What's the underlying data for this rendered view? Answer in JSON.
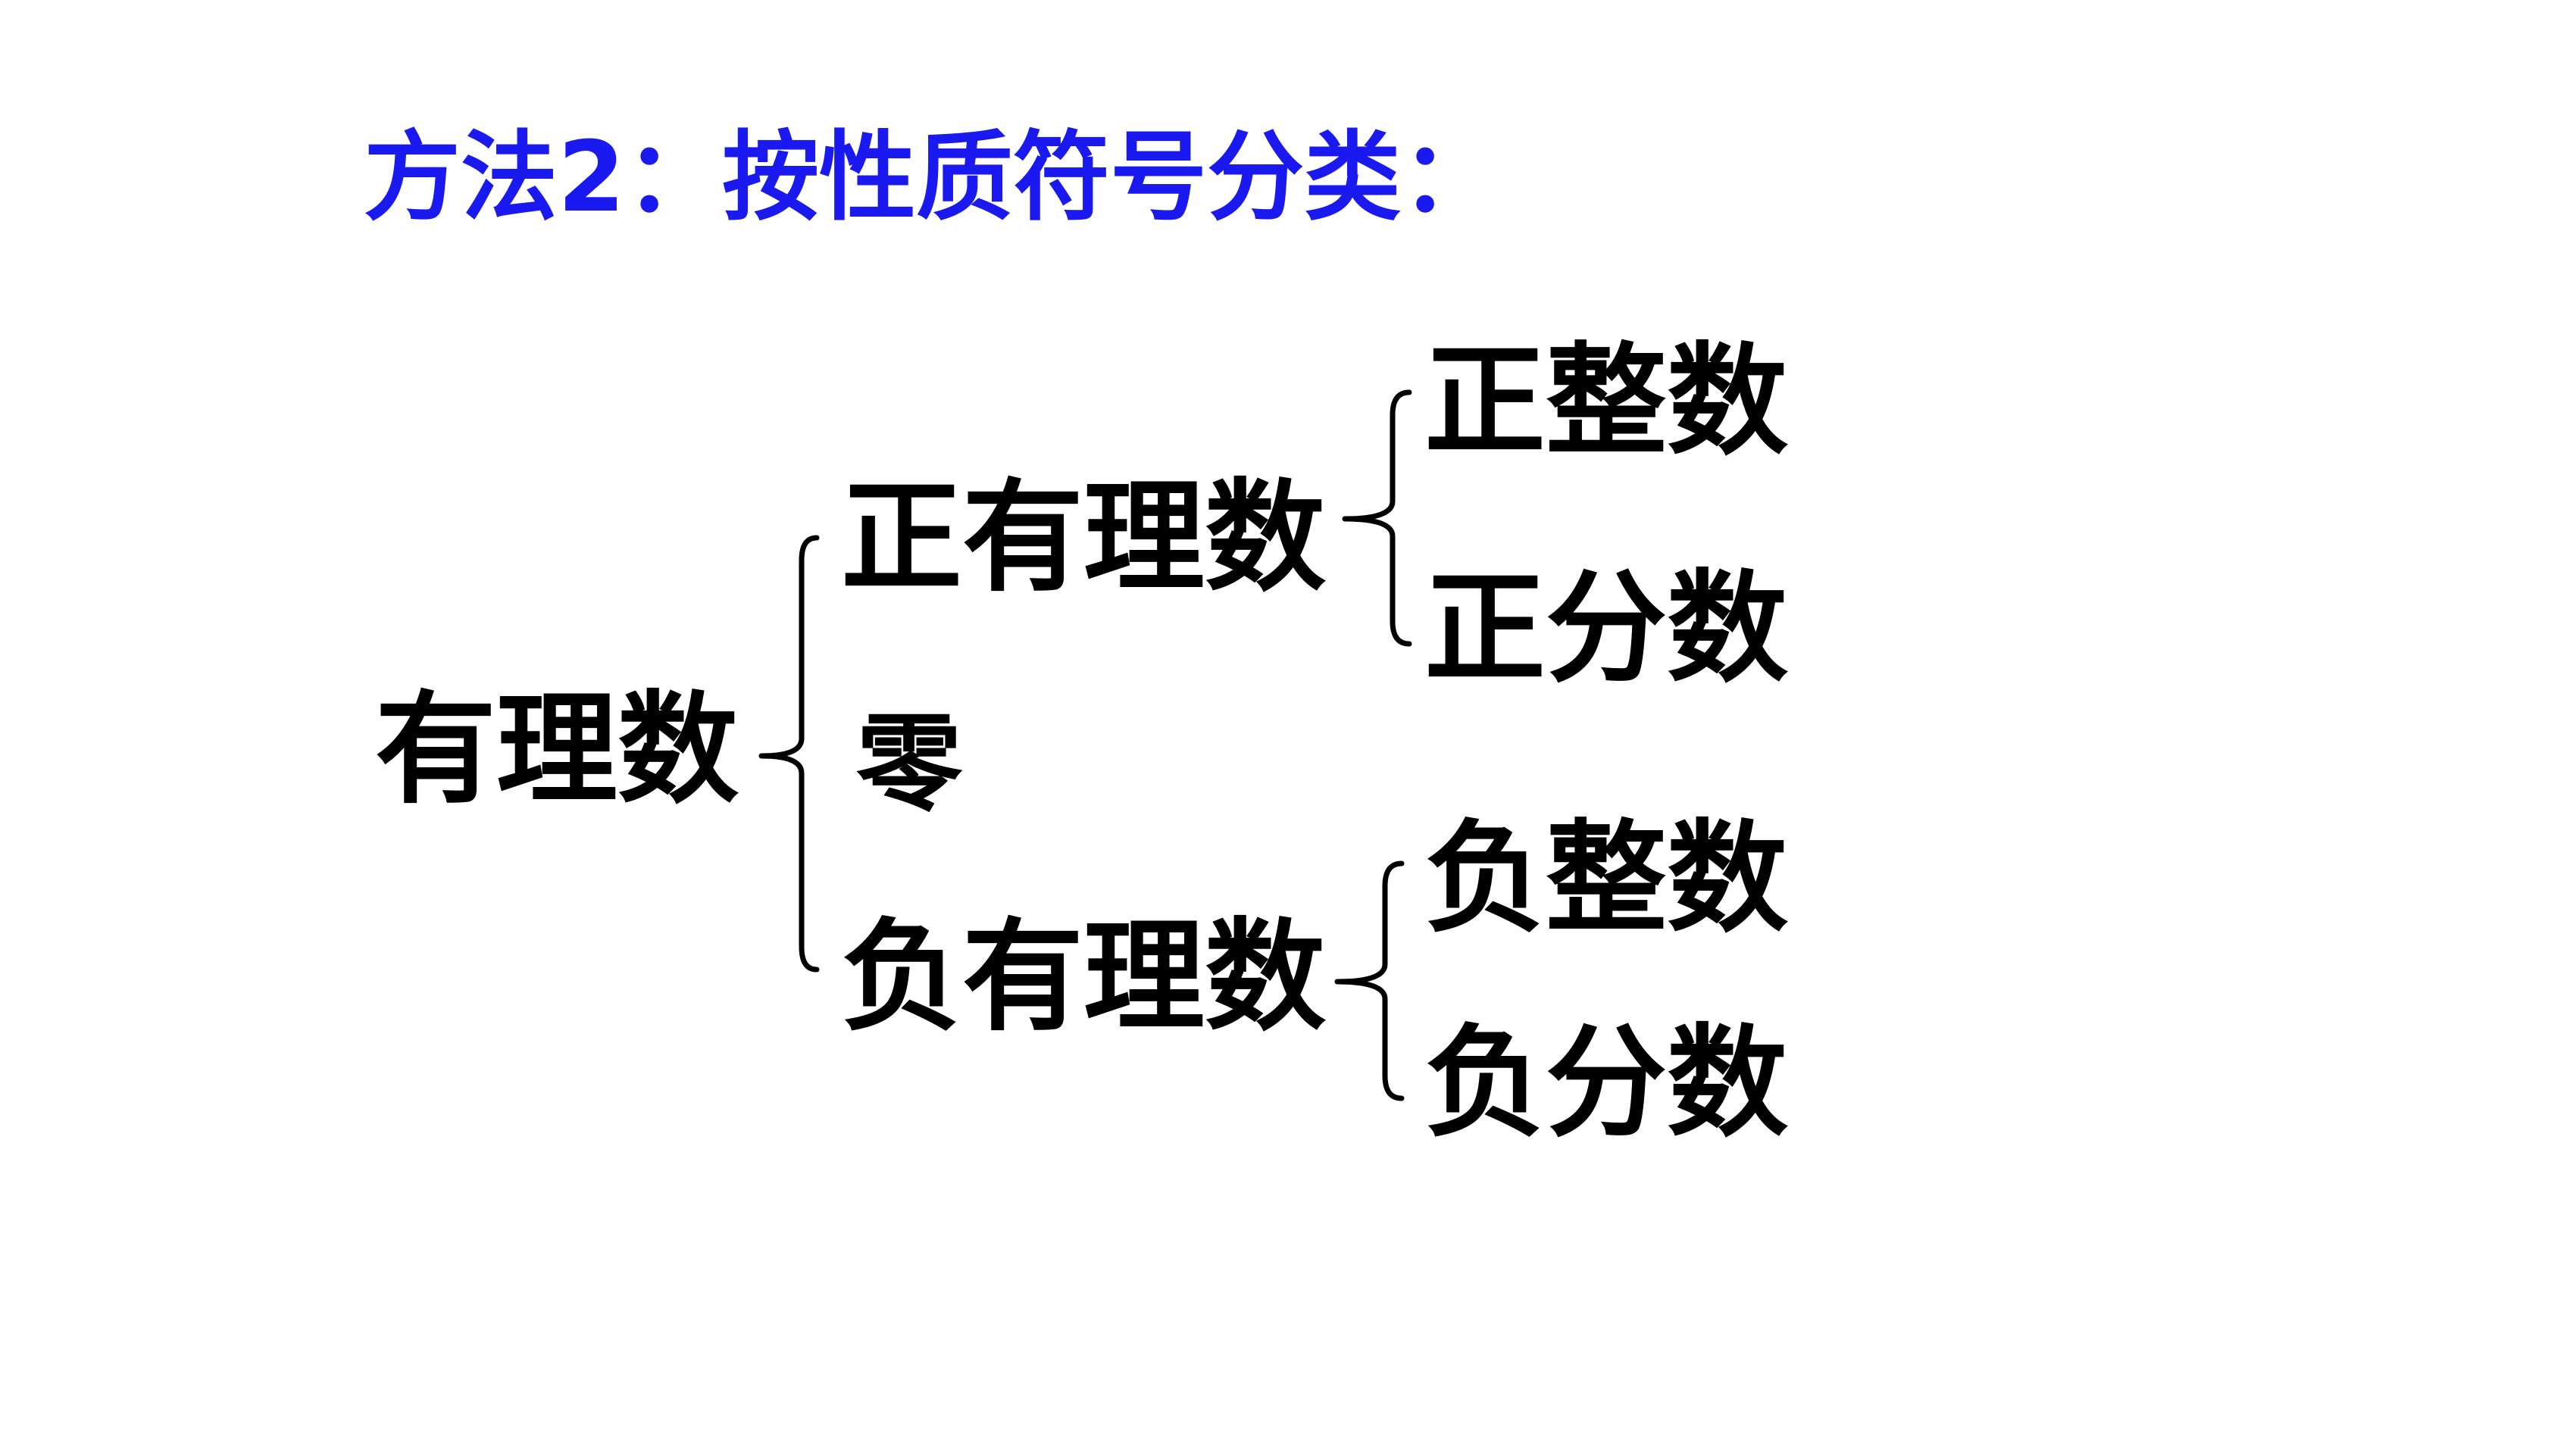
{
  "title": "方法2：按性质符号分类：",
  "tree": {
    "root": "有理数",
    "positive": "正有理数",
    "zero": "零",
    "negative": "负有理数",
    "positive_integer": "正整数",
    "positive_fraction": "正分数",
    "negative_integer": "负整数",
    "negative_fraction": "负分数"
  },
  "colors": {
    "title": "#1a1af0",
    "text": "#000000",
    "background": "#ffffff"
  }
}
